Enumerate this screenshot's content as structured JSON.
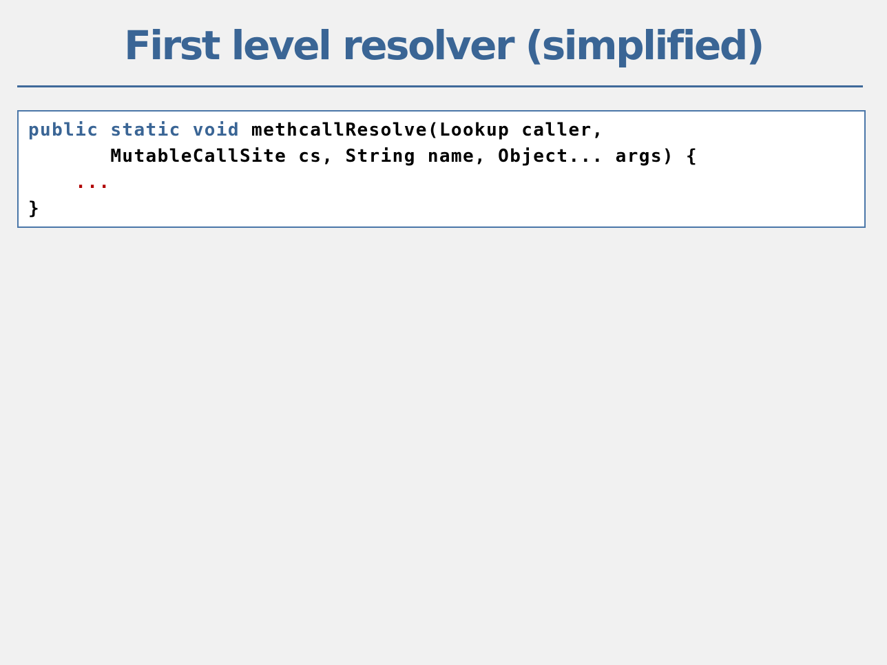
{
  "slide": {
    "title": "First level resolver (simplified)"
  },
  "code": {
    "line1": {
      "keywords": "public static void",
      "rest": " methcallResolve(Lookup caller,"
    },
    "line2": {
      "indent": "       ",
      "text": "MutableCallSite cs, String name, Object... args) {"
    },
    "line3": {
      "indent": "    ",
      "ellipsis": "..."
    },
    "line4": {
      "text": "}"
    }
  },
  "colors": {
    "title": "#3a6595",
    "keyword": "#3a6595",
    "ellipsis": "#b00000",
    "box_border": "#4a76a8",
    "background": "#f1f1f1"
  }
}
